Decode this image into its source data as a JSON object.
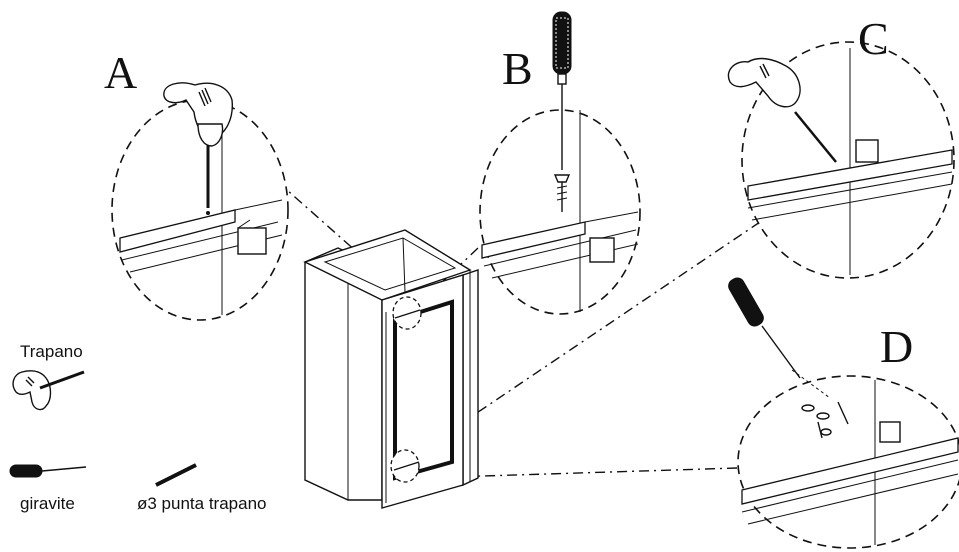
{
  "steps": {
    "a": "A",
    "b": "B",
    "c": "C",
    "d": "D"
  },
  "legend": {
    "drill": "Trapano",
    "screwdriver": "giravite",
    "drill_bit": "ø3 punta trapano"
  },
  "icons": {
    "drill": "drill-icon",
    "screwdriver": "screwdriver-icon",
    "drill_bit": "drill-bit-icon"
  }
}
